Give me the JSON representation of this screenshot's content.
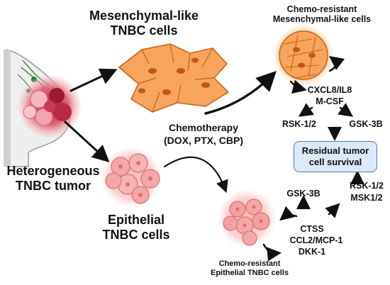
{
  "labels": {
    "mesenchymal_title": [
      "Mesenchymal-like",
      "TNBC cells"
    ],
    "chemo_res_mesenchymal": [
      "Chemo-resistant",
      "Mesenchymal-like cells"
    ],
    "cxcl8": "CXCL8/IL8",
    "mcsf": "M-CSF",
    "rsk_top": "RSK-1/2",
    "gsk_top": "GSK-3B",
    "chemotherapy": "Chemotherapy",
    "chemo_drugs": "(DOX, PTX, CBP)",
    "survival": [
      "Residual tumor",
      "cell survival"
    ],
    "heterogeneous": [
      "Heterogeneous",
      "TNBC tumor"
    ],
    "epithelial": [
      "Epithelial",
      "TNBC cells"
    ],
    "gsk_bottom": "GSK-3B",
    "rsk_bottom": "RSK-1/2",
    "msk": "MSK1/2",
    "ctss": "CTSS",
    "ccl2": "CCL2/MCP-1",
    "dkk": "DKK-1",
    "chemo_res_epithelial": [
      "Chemo-resistant",
      "Epithelial TNBC cells"
    ]
  },
  "colors": {
    "mesenchymal_fill": "#f59a4c",
    "mesenchymal_stroke": "#c7621a",
    "epithelial_fill": "#f4a7a7",
    "epithelial_stroke": "#d97070",
    "tumor": "#c0304a",
    "box_fill": "#dbe9f8",
    "box_stroke": "#5b7aa8",
    "arrow": "#111111"
  }
}
